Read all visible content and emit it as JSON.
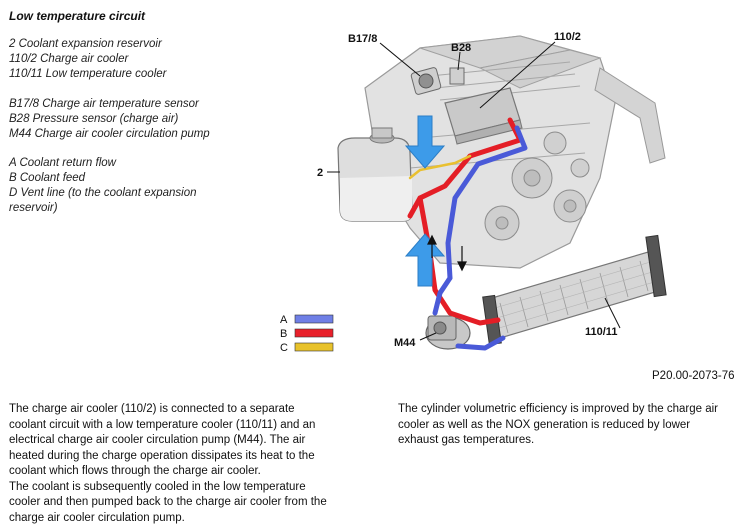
{
  "title": "Low temperature circuit",
  "components": [
    "2 Coolant expansion reservoir",
    "110/2 Charge air cooler",
    "110/11 Low temperature cooler"
  ],
  "sensors": [
    "B17/8 Charge air temperature sensor",
    "B28 Pressure sensor (charge air)",
    "M44 Charge air cooler circulation pump"
  ],
  "flows": [
    "A Coolant return flow",
    "B Coolant feed",
    "D Vent line (to the coolant expansion",
    "reservoir)"
  ],
  "diagram": {
    "callouts": {
      "b17_8": "B17/8",
      "b28": "B28",
      "c110_2": "110/2",
      "c2": "2",
      "m44": "M44",
      "c110_11": "110/11"
    },
    "key": [
      {
        "letter": "A",
        "color": "#6f7fe6"
      },
      {
        "letter": "B",
        "color": "#e8202a"
      },
      {
        "letter": "C",
        "color": "#e8c22a"
      }
    ],
    "colors": {
      "return_flow": "#4a5ad8",
      "feed": "#e41e26",
      "vent": "#e9c030",
      "arrow": "#3d9be9"
    }
  },
  "reference": "P20.00-2073-76",
  "paragraph_left": [
    "The charge air cooler (110/2) is connected to a separate",
    "coolant circuit with a low temperature cooler (110/11) and an",
    "electrical charge air cooler circulation pump (M44). The air",
    "heated during the charge operation dissipates its heat to the",
    "coolant which flows through the charge air cooler.",
    "The coolant is subsequently cooled in the low temperature",
    "cooler and then pumped back to the charge air cooler from the",
    "charge air cooler circulation pump."
  ],
  "paragraph_right": [
    "The cylinder volumetric efficiency is improved by the charge air",
    "cooler as well as the NOX generation is reduced by lower",
    "exhaust gas temperatures."
  ]
}
